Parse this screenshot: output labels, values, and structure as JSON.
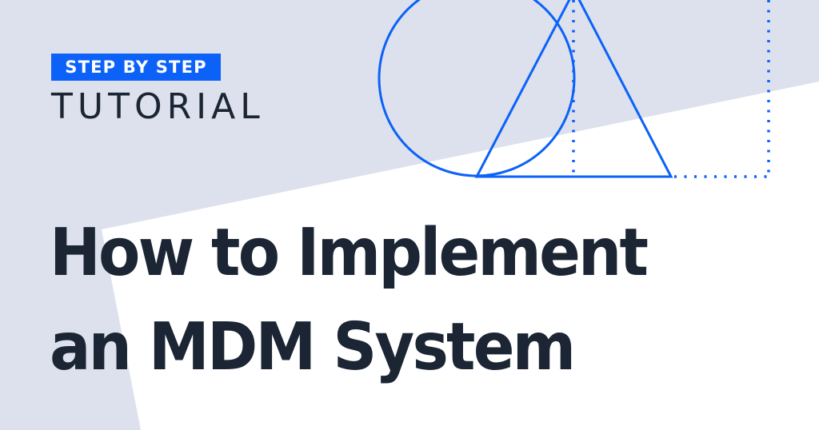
{
  "badge": {
    "label": "STEP BY STEP"
  },
  "subtitle": "TUTORIAL",
  "headline": {
    "line1": "How to Implement",
    "line2": "an MDM System"
  },
  "colors": {
    "background": "#dce1ed",
    "panel": "#ffffff",
    "accent": "#0c62f8",
    "text": "#1b2533"
  }
}
